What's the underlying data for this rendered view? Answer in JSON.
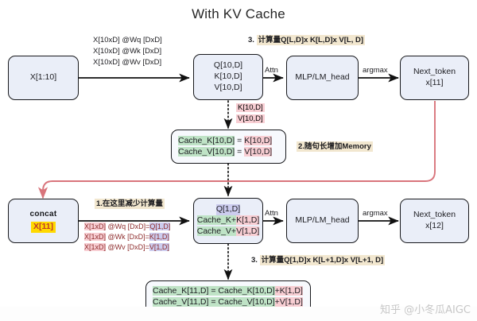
{
  "title": "With KV Cache",
  "colors": {
    "node_fill": "#eaeef8",
    "node_border": "#17181c",
    "arrow": "#111111",
    "feedback_arrow": "#d9757c",
    "highlight_green": "#bfe3c6",
    "highlight_pink": "#f8ced3",
    "highlight_lavender": "#ccccee",
    "highlight_yellow": "#ffd900",
    "highlight_cream": "#f2e7cf",
    "red_text": "#c0392b"
  },
  "row1": {
    "input_box": {
      "label": "X[1:10]"
    },
    "projection_label": {
      "line1": "X[10xD] @Wq [DxD]",
      "line2": "X[10xD] @Wk [DxD]",
      "line3": "X[10xD] @Wv [DxD]"
    },
    "qkv_box": {
      "q": "Q[10,D]",
      "k": "K[10,D]",
      "v": "V[10,D]"
    },
    "attn_label": "Attn",
    "mlp_box": {
      "label": "MLP/LM_head"
    },
    "argmax_label": "argmax",
    "next_token_box": {
      "line1": "Next_token",
      "line2": "x[11]"
    },
    "annotation_3": {
      "index": "3. ",
      "text": "计算量Q[L,D]x K[L,D]x V[L, D]"
    },
    "kv_dump": {
      "k": "K[10,D]",
      "v": "V[10,D]"
    }
  },
  "cache_box_1": {
    "line1_left": "Cache_K[10,D]",
    "line1_mid": " = ",
    "line1_right": "K[10,D]",
    "line2_left": "Cache_V[10,D]",
    "line2_mid": " = ",
    "line2_right": "V[10,D]"
  },
  "annotation_2": {
    "text": "2.随句长增加Memory"
  },
  "row2": {
    "concat_box": {
      "title": "concat",
      "value": "X[11]"
    },
    "annotation_1": {
      "text": "1.在这里减少计算量"
    },
    "projection_label": {
      "l1_a": "X[1xD]",
      "l1_b": " @Wq [DxD]=",
      "l1_c": "Q[1,D]",
      "l2_a": "X[1xD]",
      "l2_b": " @Wk [DxD]=",
      "l2_c": "K[1,D]",
      "l3_a": "X[1xD]",
      "l3_b": " @Wv [DxD]=",
      "l3_c": "V[1,D]"
    },
    "qkv_box": {
      "q": "Q[1,D]",
      "k_left": "Cache_K+",
      "k_right": "K[1,D]",
      "v_left": "Cache_V+",
      "v_right": "V[1,D]"
    },
    "attn_label": "Attn",
    "mlp_box": {
      "label": "MLP/LM_head"
    },
    "argmax_label": "argmax",
    "next_token_box": {
      "line1": "Next_token",
      "line2": "x[12]"
    },
    "annotation_3": {
      "index": "3. ",
      "text": "计算量Q[1,D]x K[L+1,D]x V[L+1, D]"
    }
  },
  "cache_box_2": {
    "line1_a": "Cache_K[11,D] = Cache_K[10,D]",
    "line1_b": "+K[1,D]",
    "line2_a": "Cache_V[11,D] = Cache_V[10,D]",
    "line2_b": "+V[1,D]"
  },
  "watermark": {
    "text": "知乎 @小冬瓜AIGC"
  }
}
